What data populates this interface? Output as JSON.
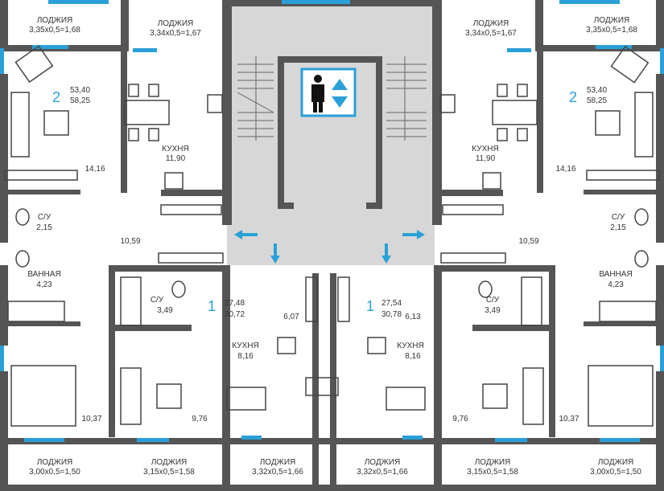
{
  "colors": {
    "wall": "#555555",
    "accent": "#2aa0d8",
    "core": "#d7d7d7",
    "furniture": "#444444",
    "text": "#333333"
  },
  "loggias": [
    {
      "name": "ЛОДЖИЯ",
      "size": "3,35х0,5=1,68"
    },
    {
      "name": "ЛОДЖИЯ",
      "size": "3,34х0,5=1,67"
    },
    {
      "name": "ЛОДЖИЯ",
      "size": "3,34х0,5=1,67"
    },
    {
      "name": "ЛОДЖИЯ",
      "size": "3,35х0,5=1,68"
    },
    {
      "name": "ЛОДЖИЯ",
      "size": "3,00х0,5=1,50"
    },
    {
      "name": "ЛОДЖИЯ",
      "size": "3,15х0,5=1,58"
    },
    {
      "name": "ЛОДЖИЯ",
      "size": "3,32х0,5=1,66"
    },
    {
      "name": "ЛОДЖИЯ",
      "size": "3,32х0,5=1,66"
    },
    {
      "name": "ЛОДЖИЯ",
      "size": "3,15х0,5=1,58"
    },
    {
      "name": "ЛОДЖИЯ",
      "size": "3,00х0,5=1,50"
    }
  ],
  "apartments": [
    {
      "rooms": "2",
      "area_living": "53,40",
      "area_total": "58,25"
    },
    {
      "rooms": "2",
      "area_living": "53,40",
      "area_total": "58,25"
    },
    {
      "rooms": "1",
      "area_living": "27,48",
      "area_total": "30,72"
    },
    {
      "rooms": "1",
      "area_living": "27,54",
      "area_total": "30,78"
    }
  ],
  "rooms": [
    {
      "name": "КУХНЯ",
      "area": "11,90"
    },
    {
      "name": "КУХНЯ",
      "area": "11,90"
    },
    {
      "name": "С/У",
      "area": "2,15"
    },
    {
      "name": "С/У",
      "area": "2,15"
    },
    {
      "name": "ВАННАЯ",
      "area": "4,23"
    },
    {
      "name": "ВАННАЯ",
      "area": "4,23"
    },
    {
      "name": "С/У",
      "area": "3,49"
    },
    {
      "name": "С/У",
      "area": "3,49"
    },
    {
      "name": "КУХНЯ",
      "area": "8,16"
    },
    {
      "name": "КУХНЯ",
      "area": "8,16"
    }
  ],
  "areas": [
    "14,16",
    "14,16",
    "10,59",
    "10,59",
    "6,07",
    "6,13",
    "10,37",
    "9,76",
    "9,76",
    "10,37"
  ],
  "elevator_icon": "elevator-icon"
}
